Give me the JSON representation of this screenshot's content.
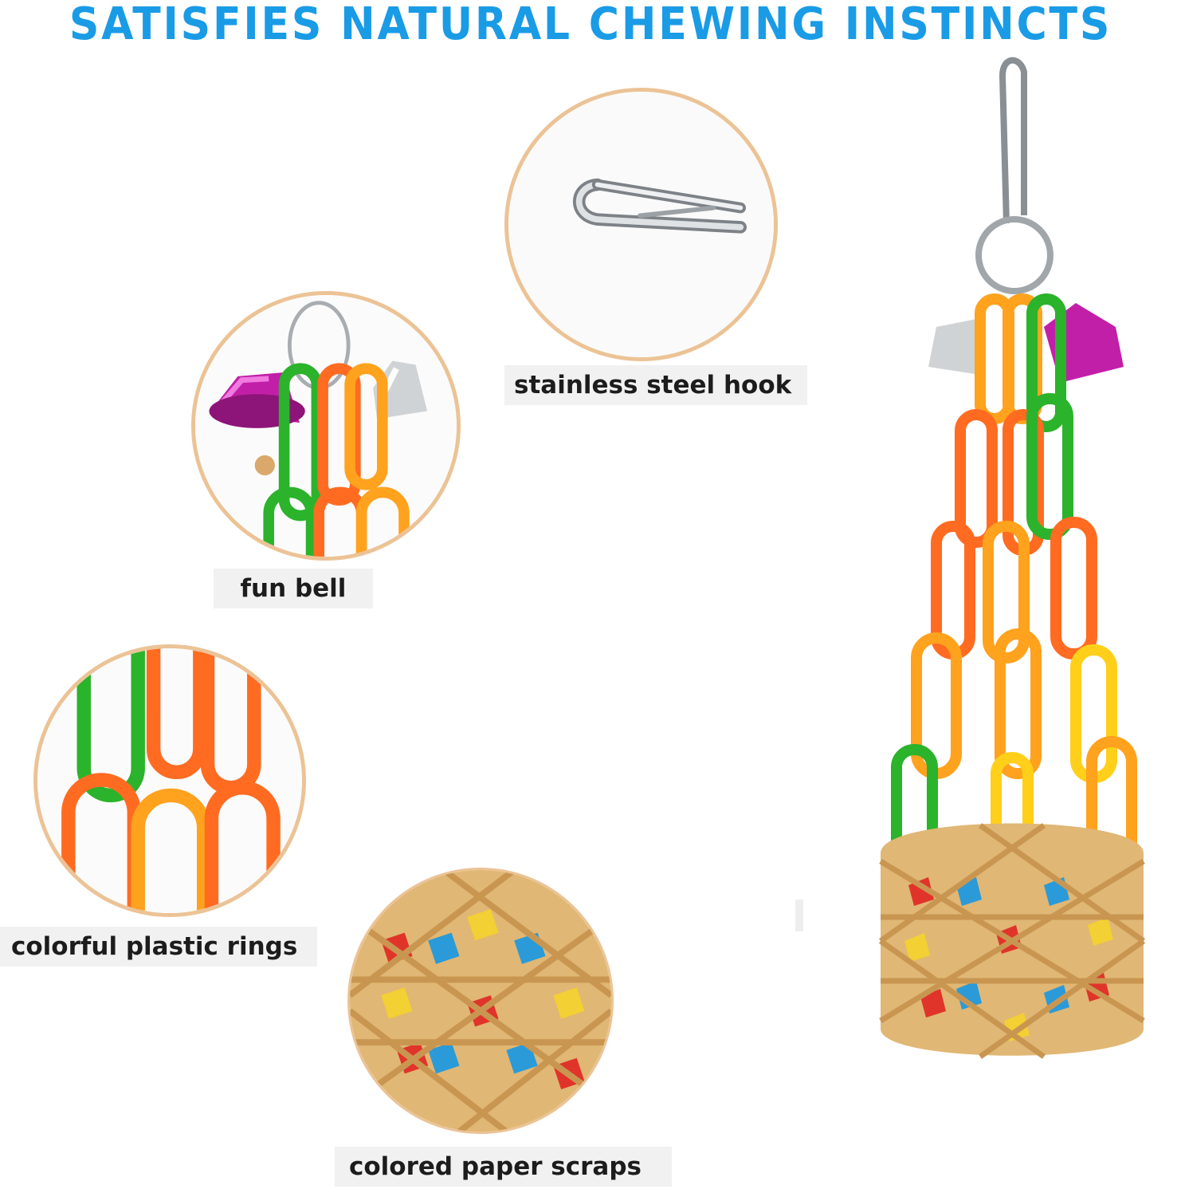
{
  "headline": "SATISFIES NATURAL CHEWING INSTINCTS",
  "colors": {
    "headline": "#1a9be6",
    "circle_border": "#ecc396",
    "label_background": "#f1f1f1",
    "label_text": "#1c1c1c",
    "bell_pink": "#c21fa8",
    "bell_silver": "#d0d3d6",
    "ring_green": "#2bb32b",
    "ring_orange": "#ff6b21",
    "ring_light_orange": "#ffa21e",
    "ring_yellow": "#ffcf1a",
    "basket_bamboo": "#e0b774",
    "paper_red": "#e0342a",
    "paper_blue": "#2b9ad8",
    "paper_yellow": "#f3d033"
  },
  "features": [
    {
      "label": "stainless steel hook",
      "icon": "steel-hook-icon"
    },
    {
      "label": "fun bell",
      "icon": "bells-icon"
    },
    {
      "label": "colorful plastic rings",
      "icon": "plastic-rings-icon"
    },
    {
      "label": "colored paper scraps",
      "icon": "paper-basket-icon"
    }
  ],
  "product_image": "hanging-basket-toy-icon"
}
